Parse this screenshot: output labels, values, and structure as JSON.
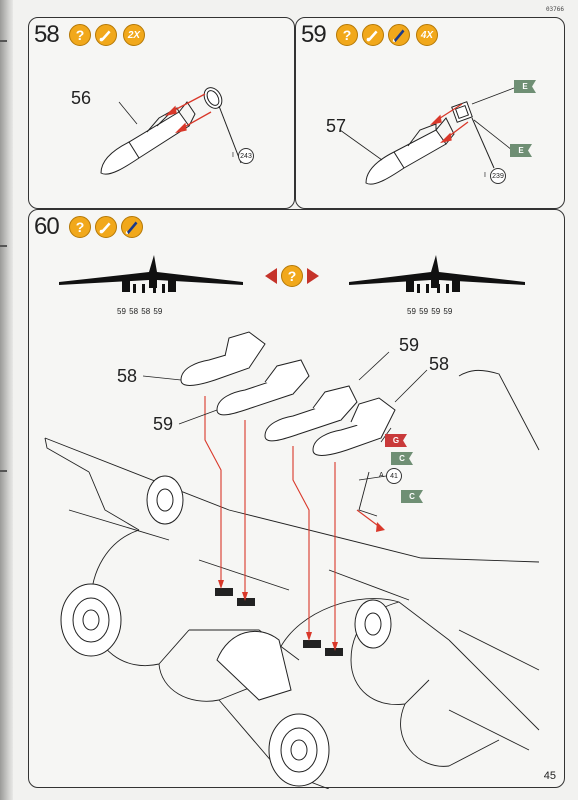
{
  "doc_code": "03766",
  "page_number": "45",
  "colors": {
    "badge": "#f1a81b",
    "flag_green": "#6f8f74",
    "flag_red": "#c93a3a",
    "arrow": "#d9382a",
    "line": "#222222"
  },
  "step58": {
    "number": "58",
    "badges": [
      "?",
      "",
      "2X"
    ],
    "part": "56",
    "ref_prefix": "I",
    "ref_num": "243"
  },
  "step59": {
    "number": "59",
    "badges": [
      "?",
      "",
      "",
      "4X"
    ],
    "part": "57",
    "flag1": "E",
    "flag2": "E",
    "ref_prefix": "I",
    "ref_num": "239"
  },
  "step60": {
    "number": "60",
    "badges": [
      "?",
      "",
      ""
    ],
    "choice_badge": "?",
    "left_labels": [
      "59",
      "58",
      "58",
      "59"
    ],
    "right_labels": [
      "59",
      "59",
      "59",
      "59"
    ],
    "callouts": {
      "a": "58",
      "b": "59",
      "c": "59",
      "d": "58"
    },
    "flag_g": "G",
    "flag_c1": "C",
    "ref_prefix": "A",
    "ref_num": "41",
    "flag_c2": "C"
  }
}
